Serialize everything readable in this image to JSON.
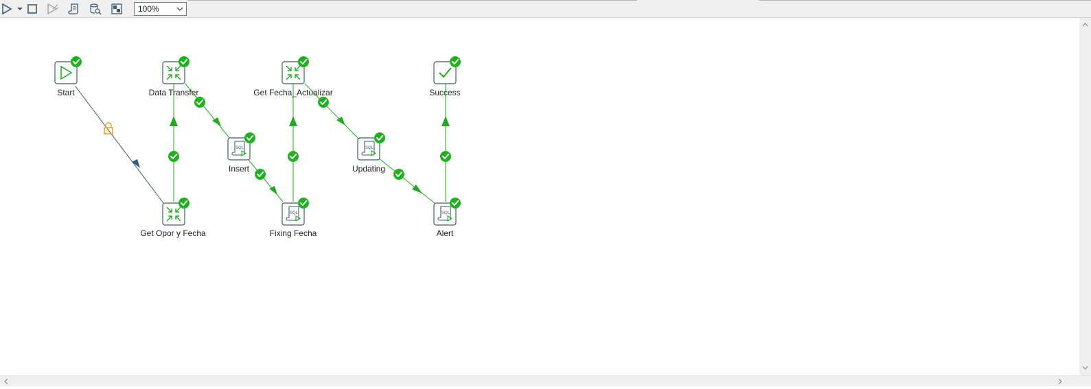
{
  "toolbar": {
    "run_icon": "run-icon",
    "stop_icon": "stop-icon",
    "preview_icon": "preview-icon",
    "sql_script_icon": "sql-script-icon",
    "analyze_icon": "analyze-db-icon",
    "layout_icon": "layout-icon",
    "zoom_value": "100%"
  },
  "canvas": {
    "colors": {
      "success_hop": "#22aa22",
      "start_hop": "#3d5a72",
      "badge": "#1fb11f",
      "lock": "#e6a020",
      "icon_border": "#3d5a72"
    },
    "nodes": [
      {
        "id": "start",
        "label": "Start",
        "type": "start"
      },
      {
        "id": "get_opor",
        "label": "Get Opor y Fecha",
        "type": "transformation"
      },
      {
        "id": "data_transfer",
        "label": "Data Transfer",
        "type": "transformation"
      },
      {
        "id": "insert",
        "label": "Insert",
        "type": "sql"
      },
      {
        "id": "fixing_fecha",
        "label": "Fixing Fecha",
        "type": "sql"
      },
      {
        "id": "get_fecha_actualizar",
        "label": "Get Fecha_Actualizar",
        "type": "transformation"
      },
      {
        "id": "updating",
        "label": "Updating",
        "type": "sql"
      },
      {
        "id": "alert",
        "label": "Alert",
        "type": "sql"
      },
      {
        "id": "success",
        "label": "Success",
        "type": "success"
      }
    ],
    "hops": [
      {
        "from": "start",
        "to": "get_opor",
        "condition": "unconditional"
      },
      {
        "from": "get_opor",
        "to": "data_transfer",
        "condition": "success"
      },
      {
        "from": "data_transfer",
        "to": "insert",
        "condition": "success"
      },
      {
        "from": "insert",
        "to": "fixing_fecha",
        "condition": "success"
      },
      {
        "from": "fixing_fecha",
        "to": "get_fecha_actualizar",
        "condition": "success"
      },
      {
        "from": "get_fecha_actualizar",
        "to": "updating",
        "condition": "success"
      },
      {
        "from": "updating",
        "to": "alert",
        "condition": "success"
      },
      {
        "from": "alert",
        "to": "success",
        "condition": "success"
      }
    ]
  }
}
